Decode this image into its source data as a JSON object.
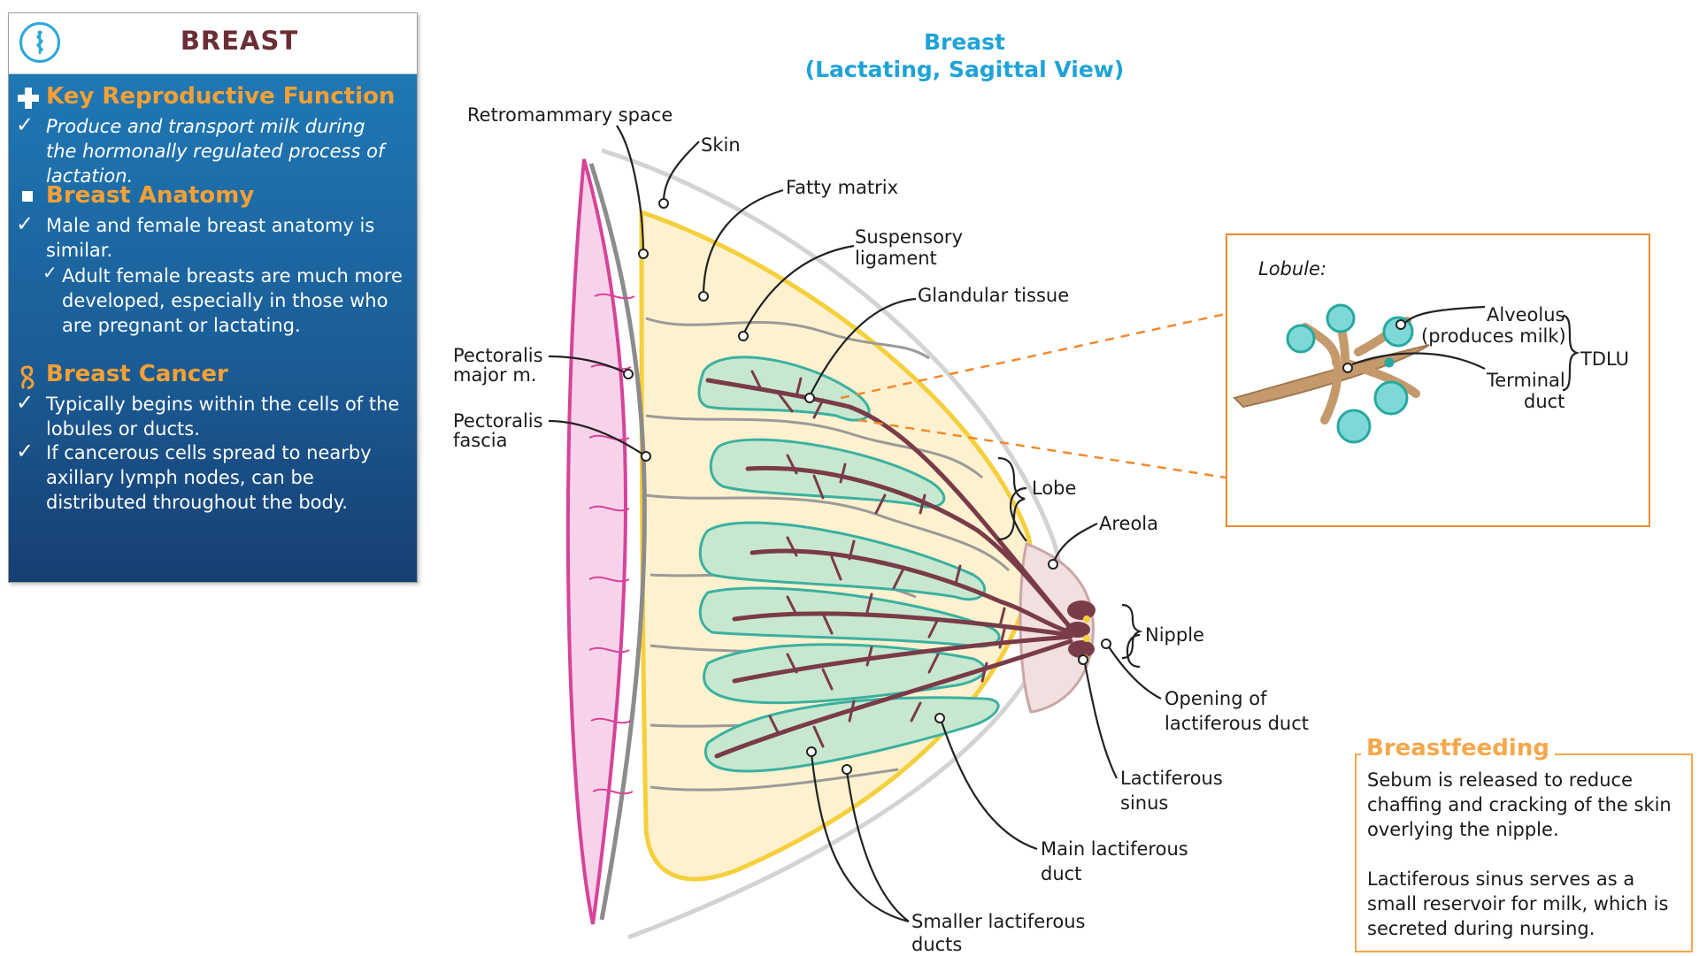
{
  "panel": {
    "title": "BREAST",
    "sections": [
      {
        "title": "Key Reproductive Function",
        "icon": "plus-icon",
        "bullets": [
          "Produce and transport milk during the hormonally regulated process of lactation."
        ]
      },
      {
        "title": "Breast Anatomy",
        "icon": "square-icon",
        "bullets": [
          "Male and female breast anatomy is similar.",
          "Adult female breasts are much more developed, especially in those who are pregnant or lactating."
        ]
      },
      {
        "title": "Breast Cancer",
        "icon": "ribbon-icon",
        "bullets": [
          "Typically begins within the cells of the lobules or ducts.",
          "If cancerous cells spread to nearby axillary lymph nodes, can be distributed  throughout the body."
        ]
      }
    ]
  },
  "diagram": {
    "title_line1": "Breast",
    "title_line2": "(Lactating, Sagittal View)",
    "labels": {
      "retromammary": "Retromammary space",
      "skin": "Skin",
      "fatty": "Fatty matrix",
      "suspensory1": "Suspensory",
      "suspensory2": "ligament",
      "glandular": "Glandular tissue",
      "pectoralis_major1": "Pectoralis",
      "pectoralis_major2": "major m.",
      "pectoralis_fascia1": "Pectoralis",
      "pectoralis_fascia2": "fascia",
      "lobe": "Lobe",
      "areola": "Areola",
      "nipple": "Nipple",
      "opening1": "Opening of",
      "opening2": "lactiferous duct",
      "sinus1": "Lactiferous",
      "sinus2": "sinus",
      "main_duct1": "Main lactiferous",
      "main_duct2": "duct",
      "smaller1": "Smaller lactiferous",
      "smaller2": "ducts"
    }
  },
  "inset": {
    "title": "Lobule:",
    "alveolus": "Alveolus",
    "produces": "(produces milk)",
    "terminal1": "Terminal",
    "terminal2": "duct",
    "tdlu": "TDLU"
  },
  "breastfeeding": {
    "title": "Breastfeeding",
    "para1": "Sebum is released to reduce chaffing and cracking of the skin overlying the nipple.",
    "para2": "Lactiferous sinus serves as a small reservoir for milk, which is secreted during nursing."
  },
  "colors": {
    "accent_blue": "#1fa3d6",
    "orange": "#f6a035",
    "muscle_pink": "#f6d3ea",
    "muscle_border": "#d6439a",
    "fat_yellow": "#fdf1cf",
    "fat_border": "#f5cf3c",
    "gland_green": "#c7e8cf",
    "gland_border": "#3bb0a0",
    "duct_brown": "#7a3b48",
    "alveolus_teal": "#7fd8d8"
  }
}
